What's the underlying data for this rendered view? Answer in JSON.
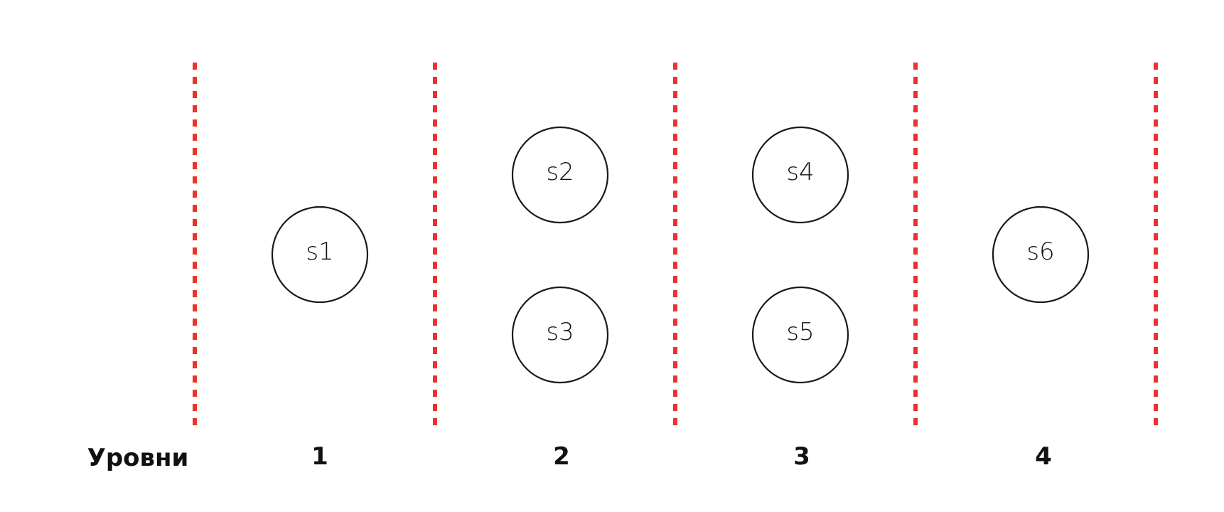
{
  "colors": {
    "divider": "#e8352b",
    "node_stroke": "#1a1a1a",
    "text": "#111111"
  },
  "levels_title": "Уровни",
  "levels": [
    {
      "label": "1"
    },
    {
      "label": "2"
    },
    {
      "label": "3"
    },
    {
      "label": "4"
    }
  ],
  "nodes": [
    {
      "label": "s1",
      "level": 1
    },
    {
      "label": "s2",
      "level": 2
    },
    {
      "label": "s3",
      "level": 2
    },
    {
      "label": "s4",
      "level": 3
    },
    {
      "label": "s5",
      "level": 3
    },
    {
      "label": "s6",
      "level": 4
    }
  ]
}
